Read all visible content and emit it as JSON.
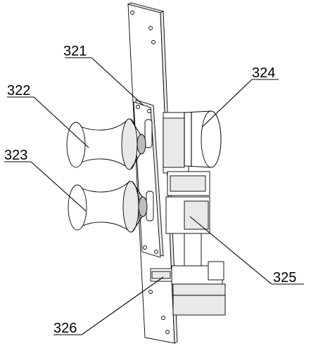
{
  "diagram": {
    "labels": {
      "p321": "321",
      "p322": "322",
      "p323": "323",
      "p324": "324",
      "p325": "325",
      "p326": "326"
    }
  }
}
